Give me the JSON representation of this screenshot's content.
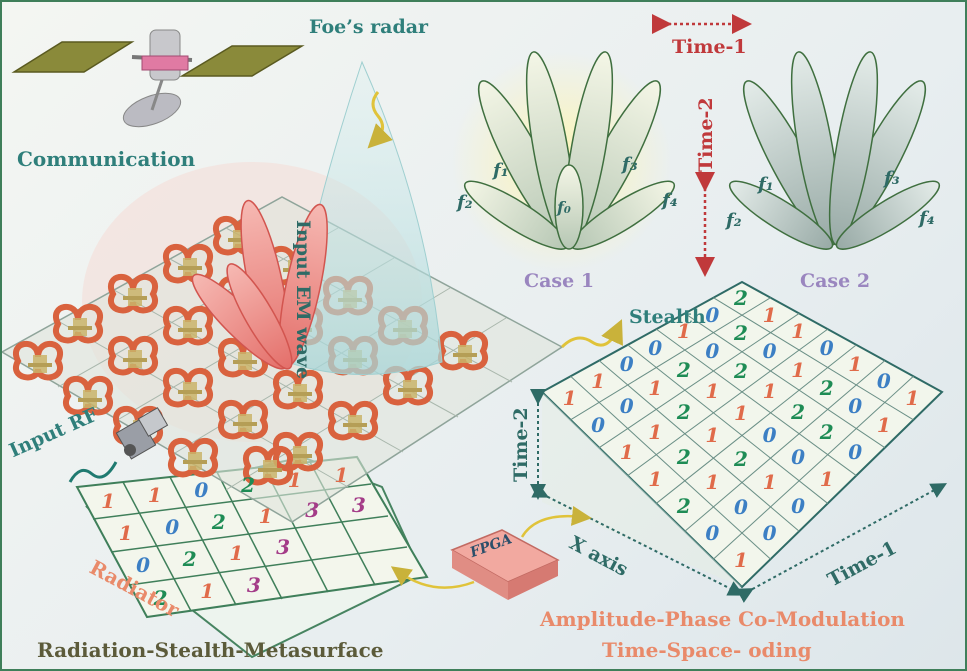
{
  "labels": {
    "foes_radar": "Foe’s radar",
    "communication": "Communication",
    "input_em_wave": "Input EM wave",
    "time1_top": "Time-1",
    "time2_top": "Time-2",
    "case1": "Case 1",
    "case2": "Case 2",
    "f1": "f₁",
    "f2": "f₂",
    "f3": "f₃",
    "f4": "f₄",
    "f0": "f₀",
    "stealth": "Stealth",
    "input_rf": "Input RF",
    "radiator": "Radiator",
    "fpga": "FPGA",
    "time2_side": "Time-2",
    "x_axis": "X axis",
    "time1_bottom": "Time-1",
    "amp_phase": "Amplitude-Phase Co-Modulation",
    "time_space": "Time-Space- oding",
    "title": "Radiation-Stealth-Metasurface"
  },
  "colors": {
    "teal": "#2f7f7b",
    "red": "#c0393b",
    "purple": "#9a86bf",
    "salmon": "#e98a6a",
    "olive": "#5c5b3a",
    "green_digit": "#1e8c55",
    "blue_digit": "#3c7fc4",
    "orange_digit": "#e06b4a",
    "magenta_digit": "#a43c88"
  },
  "radiator_grid": [
    [
      "1",
      "1",
      "0",
      "2",
      "1",
      "1"
    ],
    [
      "1",
      "0",
      "2",
      "1",
      "3",
      "3"
    ],
    [
      "0",
      "2",
      "1",
      "3",
      "",
      ""
    ],
    [
      "2",
      "1",
      "3",
      "",
      "",
      ""
    ]
  ],
  "stealth_grid": [
    [
      "2",
      "1",
      "1",
      "0",
      "1",
      "0",
      "1"
    ],
    [
      "0",
      "2",
      "0",
      "1",
      "2",
      "0",
      "1"
    ],
    [
      "1",
      "0",
      "2",
      "1",
      "2",
      "2",
      "0"
    ],
    [
      "0",
      "2",
      "1",
      "1",
      "0",
      "0",
      "1"
    ],
    [
      "0",
      "1",
      "2",
      "1",
      "2",
      "1",
      "0"
    ],
    [
      "1",
      "0",
      "1",
      "2",
      "1",
      "0",
      "0"
    ],
    [
      "1",
      "0",
      "1",
      "1",
      "2",
      "0",
      "1"
    ]
  ],
  "icons": [
    "satellite-icon",
    "rf-connector-icon",
    "fpga-chip-icon",
    "wave-icon"
  ]
}
